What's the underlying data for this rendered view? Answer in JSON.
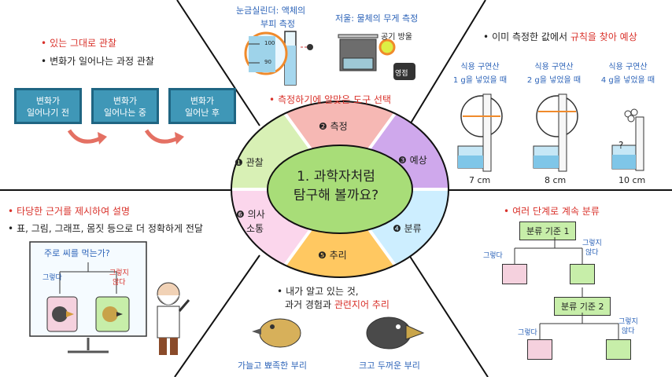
{
  "center": {
    "line1": "1. 과학자처럼",
    "line2": "탐구해 볼까요?"
  },
  "segments": {
    "observe": "❶ 관찰",
    "measure": "❷ 측정",
    "predict": "❸ 예상",
    "classify": "❹ 분류",
    "infer": "❺ 추리",
    "communicate_1": "❻ 의사",
    "communicate_2": "소통"
  },
  "observe": {
    "bullet1_plain": "있는 그대로 관찰",
    "bullet2": "변화가 일어나는 과정 관찰",
    "boxes": [
      {
        "l1": "변화가",
        "l2": "일어나기 전"
      },
      {
        "l1": "변화가",
        "l2": "일어나는 중"
      },
      {
        "l1": "변화가",
        "l2": "일어난 후"
      }
    ]
  },
  "measure": {
    "cylinder_label_1": "눈금실린더: 액체의",
    "cylinder_label_2": "부피 측정",
    "scale_label_1": "저울: 물체의 무게 측정",
    "air_bubble": "공기 방울",
    "zero_point": "영점",
    "bullet_prefix": "측정하기에 알맞은 도구 선택",
    "scale_100": "100",
    "scale_90": "90"
  },
  "predict": {
    "bullet_plain": "이미 측정한 값에서 ",
    "bullet_red": "규칙을 찾아 예상",
    "cols": [
      {
        "title1": "식용 구연산",
        "title2": "1 g을 넣었을 때",
        "result": "7 cm"
      },
      {
        "title1": "식용 구연산",
        "title2": "2 g을 넣었을 때",
        "result": "8 cm"
      },
      {
        "title1": "식용 구연산",
        "title2": "4 g을 넣었을 때",
        "result": "10 cm"
      }
    ],
    "question": "?"
  },
  "communicate": {
    "bullet1_red": "타당한 근거를 제시하여 설명",
    "bullet2": "표, 그림, 그래프, 몸짓 등으로 더 정확하게 전달",
    "board_title": "주로 씨를 먹는가?",
    "yes": "그렇다",
    "no_1": "그렇지",
    "no_2": "않다"
  },
  "infer": {
    "bullet_line1": "내가 알고 있는 것,",
    "bullet_line2_plain": "과거 경험과 ",
    "bullet_line2_red": "관련지어 추리",
    "bird1": "가늘고 뾰족한 부리",
    "bird2": "크고 두꺼운 부리"
  },
  "classify": {
    "bullet_red": "여러 단계로 계속 분류",
    "criterion1": "분류 기준 1",
    "criterion2": "분류 기준 2",
    "yes": "그렇다",
    "no_1": "그렇지",
    "no_2": "않다"
  },
  "colors": {
    "observe": "#d8f0b5",
    "measure": "#f6b8b4",
    "predict": "#cfa8ec",
    "classify": "#cdeeff",
    "infer": "#ffc861",
    "communicate": "#fbd6ec",
    "center": "#a8dd78",
    "accent_red": "#d9322b",
    "accent_blue": "#2c63b8"
  }
}
